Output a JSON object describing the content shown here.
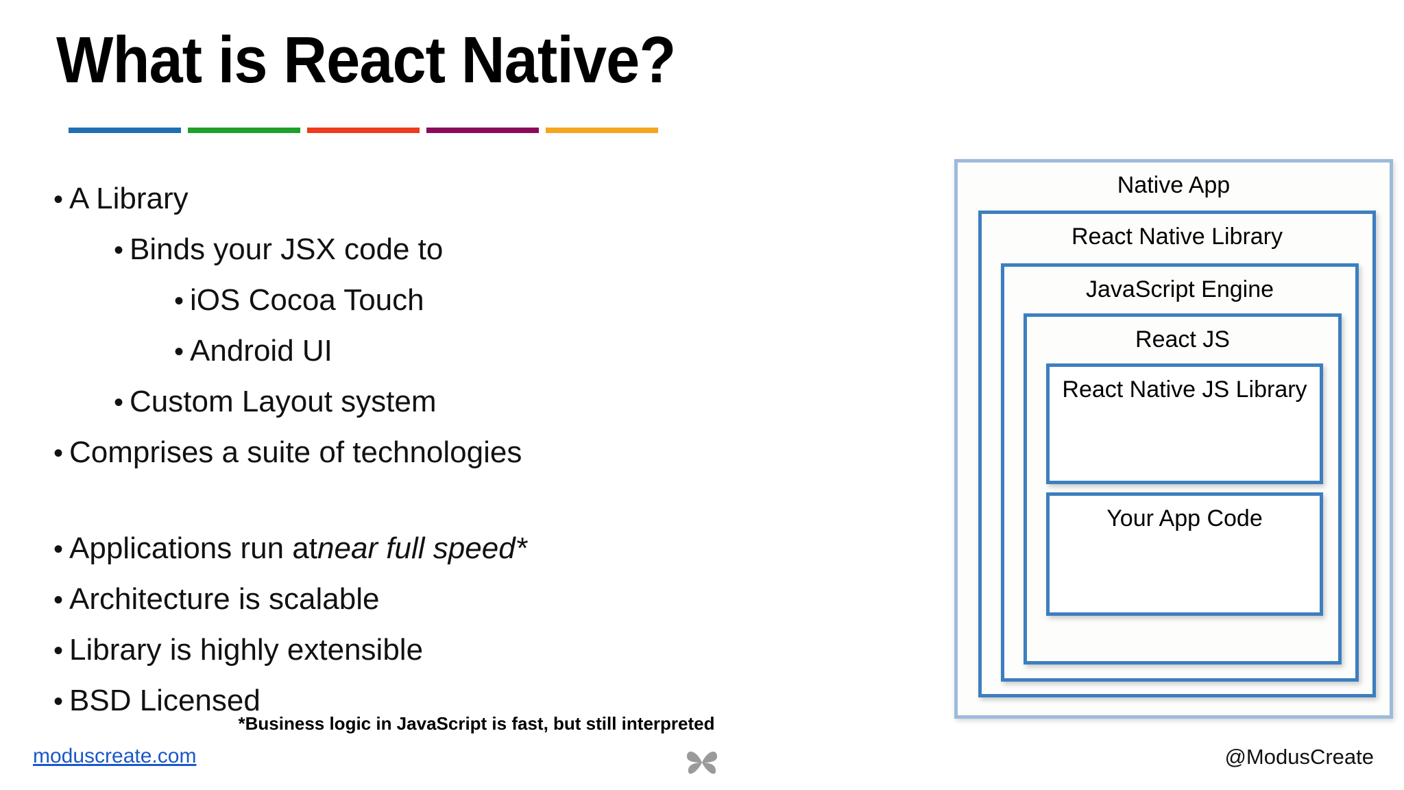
{
  "slide": {
    "title": "What is React Native?",
    "accent_colors": [
      "#1f6fb2",
      "#1ea02a",
      "#ee3b1e",
      "#8b0a5a",
      "#f5a51e"
    ],
    "bullet_glyph": "•"
  },
  "bullets": [
    {
      "level": 0,
      "text": "A Library",
      "italic_tail": ""
    },
    {
      "level": 1,
      "text": "Binds your JSX code to",
      "italic_tail": ""
    },
    {
      "level": 2,
      "text": "iOS Cocoa Touch",
      "italic_tail": ""
    },
    {
      "level": 2,
      "text": "Android UI",
      "italic_tail": ""
    },
    {
      "level": 1,
      "text": "Custom Layout system",
      "italic_tail": ""
    },
    {
      "level": 0,
      "text": "Comprises a suite of technologies",
      "italic_tail": ""
    },
    {
      "level": 0,
      "text": "Applications run at ",
      "italic_tail": "near full speed*"
    },
    {
      "level": 0,
      "text": "Architecture is scalable",
      "italic_tail": ""
    },
    {
      "level": 0,
      "text": "Library is highly extensible",
      "italic_tail": ""
    },
    {
      "level": 0,
      "text": "BSD Licensed",
      "italic_tail": ""
    }
  ],
  "footnote": "*Business logic in JavaScript is fast, but still interpreted",
  "diagram": {
    "outer_border_color": "#9dbadb",
    "inner_border_color": "#3c7fbf",
    "layers": {
      "native_app": "Native App",
      "react_native_library": "React Native Library",
      "javascript_engine": "JavaScript Engine",
      "react_js": "React JS",
      "react_native_js_library": "React Native JS Library",
      "your_app_code": "Your App Code"
    }
  },
  "footer": {
    "link": "moduscreate.com",
    "link_color": "#1a57c8",
    "handle": "@ModusCreate",
    "logo_icon": "butterfly-logo-icon"
  }
}
